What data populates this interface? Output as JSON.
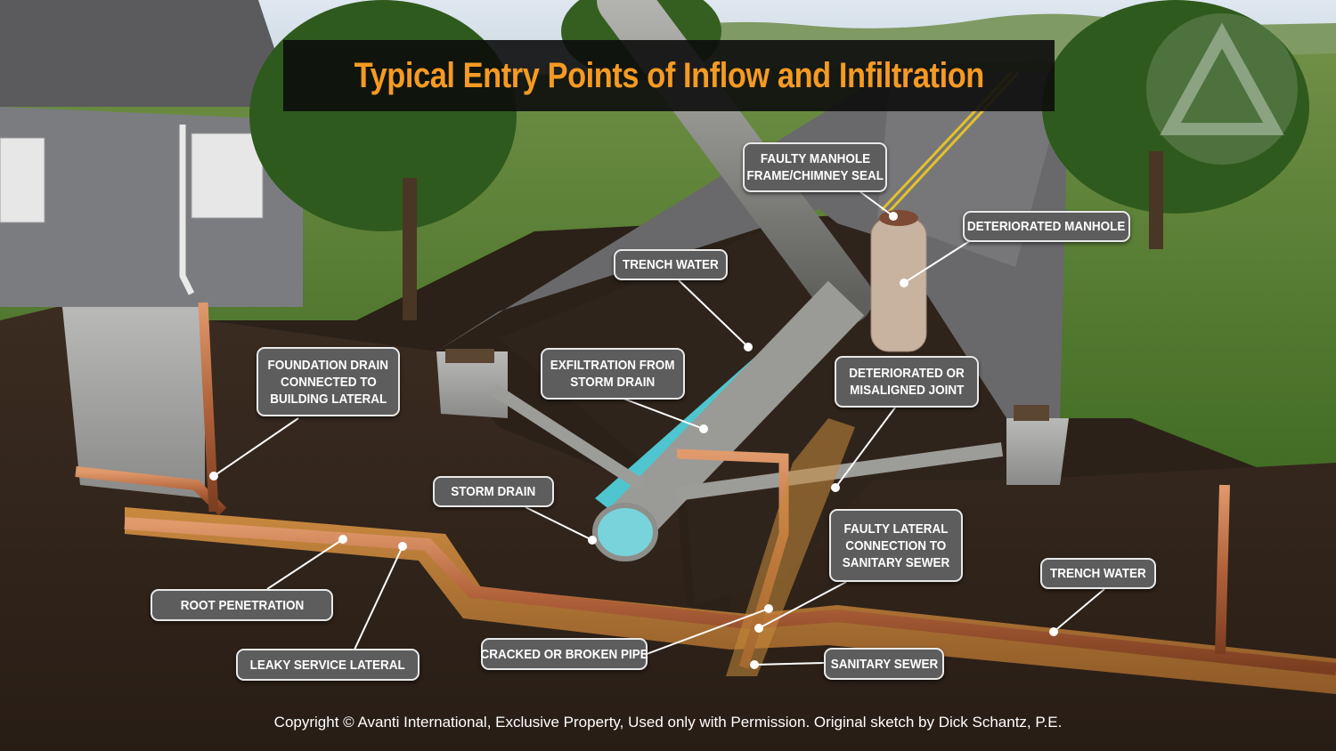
{
  "title": "Typical Entry Points of Inflow and Infiltration",
  "callouts": {
    "faulty_manhole_seal": [
      "FAULTY MANHOLE",
      "FRAME/CHIMNEY SEAL"
    ],
    "deteriorated_manhole": [
      "DETERIORATED MANHOLE"
    ],
    "trench_water_top": [
      "TRENCH WATER"
    ],
    "foundation_drain": [
      "FOUNDATION DRAIN",
      "CONNECTED TO",
      "BUILDING LATERAL"
    ],
    "exfiltration": [
      "EXFILTRATION FROM",
      "STORM DRAIN"
    ],
    "deteriorated_joint": [
      "DETERIORATED OR",
      "MISALIGNED JOINT"
    ],
    "storm_drain": [
      "STORM DRAIN"
    ],
    "faulty_lateral": [
      "FAULTY LATERAL",
      "CONNECTION TO",
      "SANITARY SEWER"
    ],
    "trench_water_right": [
      "TRENCH WATER"
    ],
    "root_penetration": [
      "ROOT PENETRATION"
    ],
    "leaky_service_lateral": [
      "LEAKY SERVICE LATERAL"
    ],
    "cracked_pipe": [
      "CRACKED OR BROKEN PIPE"
    ],
    "sanitary_sewer": [
      "SANITARY SEWER"
    ]
  },
  "copyright": "Copyright © Avanti International, Exclusive Property, Used only with Permission. Original sketch by Dick Schantz, P.E.",
  "colors": {
    "title": "#f59a23",
    "callout_bg": "#5d5d5d",
    "callout_border": "#e9e9e9",
    "soil": "#3a2b20",
    "grass": "#4f7a2c",
    "asphalt": "#6e6e70",
    "copper_pipe": "#b86a3f",
    "trench_water": "#4fc6cf"
  }
}
